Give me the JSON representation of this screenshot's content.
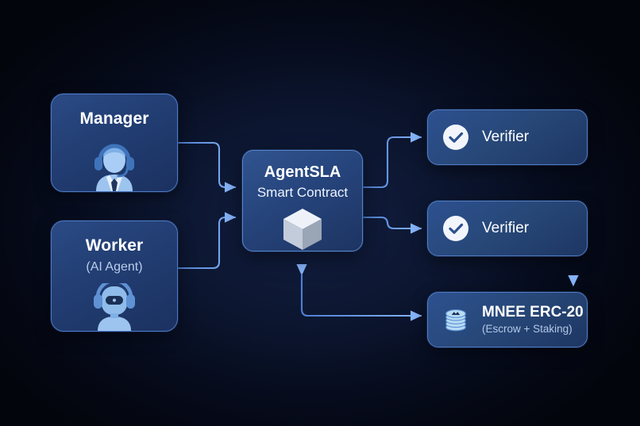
{
  "diagram": {
    "title": "AgentSLA architecture flow",
    "background_color": "#04060f",
    "accent_color": "#7aaefc",
    "node_fill_color": "#23457f",
    "node_border_color": "#4f7cc2"
  },
  "nodes": {
    "manager": {
      "title": "Manager",
      "icon": "manager-headset-person-icon"
    },
    "worker": {
      "title": "Worker",
      "subtitle": "(AI Agent)",
      "icon": "robot-agent-headset-icon"
    },
    "contract": {
      "title": "AgentSLA",
      "subtitle": "Smart Contract",
      "icon": "cube-icon"
    },
    "verifier_1": {
      "label": "Verifier",
      "icon": "check-circle-icon"
    },
    "verifier_2": {
      "label": "Verifier",
      "icon": "check-circle-icon"
    },
    "token": {
      "label": "MNEE ERC-20",
      "sublabel": "(Escrow + Staking)",
      "icon": "coin-stack-icon"
    }
  },
  "connections": [
    {
      "name": "manager-to-contract",
      "from": "manager",
      "to": "contract"
    },
    {
      "name": "worker-to-contract",
      "from": "worker",
      "to": "contract"
    },
    {
      "name": "contract-to-verifier-1",
      "from": "contract",
      "to": "verifier_1"
    },
    {
      "name": "contract-to-verifier-2",
      "from": "contract",
      "to": "verifier_2"
    },
    {
      "name": "contract-to-token",
      "from": "contract",
      "to": "token"
    },
    {
      "name": "verifier-2-to-token",
      "from": "verifier_2",
      "to": "token"
    }
  ]
}
